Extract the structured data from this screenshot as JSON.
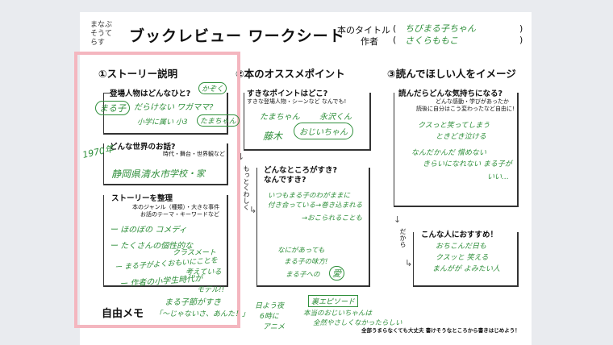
{
  "logo": "まなぶそうてらす",
  "title": "ブックレビュー ワークシート",
  "meta": {
    "book_title_label": "本のタイトル",
    "author_label": "作者",
    "book_title_value": "ちびまる子ちゃん",
    "author_value": "さくらももこ",
    "paren_open": "(",
    "paren_close": ")"
  },
  "sections": {
    "s1": "①ストーリー説明",
    "s2": "②本のオススメポイント",
    "s3": "③読んでほしい人をイメージ"
  },
  "boxes": {
    "characters_q": "登場人物はどんなひと?",
    "world_q": "どんな世界のお話?",
    "world_sub": "時代・舞台・世界観など",
    "story_q": "ストーリーを整理",
    "story_sub1": "本のジャンル（種類）・大きな事件",
    "story_sub2": "お話のテーマ・キーワードなど",
    "fav_q": "すきなポイントはどこ?",
    "fav_sub": "すきな登場人物・シーンなど なんでも!",
    "why_q": "どんなところがすき?",
    "why_q2": "なんですき?",
    "feel_q": "読んだらどんな気持ちになる?",
    "feel_sub1": "どんな感動・学びがあったか",
    "feel_sub2": "読後に自分はこう変わったなど自由に!",
    "recommend_q": "こんな人におすすめ！",
    "memo": "自由メモ",
    "motto": "もっとくわしく",
    "dakara": "だから",
    "footer": "全部うまらなくても大丈夫 書けそうなところから書きはじめよう！"
  },
  "handwriting": {
    "char1": "まる子",
    "char2": "だらけない ワガママ?",
    "char3": "かぞく",
    "char4": "小学に属い 小3",
    "char5": "たまちゃん",
    "world1": "1970年",
    "world2": "静岡県清水市",
    "world3": "学校・家",
    "story1": "ー ほのぼの コメディ",
    "story2": "ー たくさんの個性的な",
    "story2b": "クラスメート",
    "story3": "ー まる子がよくおもいにことを",
    "story3b": "考えている",
    "story4": "ー 作者の小学生時代が",
    "story4b": "モデル!!",
    "fav1": "たまちゃん",
    "fav2": "永沢くん",
    "fav3": "藤木",
    "fav4": "おじいちゃん",
    "why1": "いつもまる子のわがままに",
    "why2": "付き合っている→巻き込まれる",
    "why3": "→おこられることも",
    "why4": "なにがあっても",
    "why5": "まる子の味方!",
    "why6": "まる子への",
    "why7": "愛",
    "feel1": "クスっと笑ってしまう",
    "feel2": "ときどき泣ける",
    "feel3": "なんだかんだ 憎めない",
    "feel4": "きらいになれない まる子が",
    "feel5": "いい…",
    "rec1": "おちこんだ日も",
    "rec2": "クスッと 笑える",
    "rec3": "まんがが よみたい人",
    "memo1": "まる子節がすき",
    "memo2": "「〜じゃないさ、あんた！」",
    "memo3": "日よう夜",
    "memo4": "6時に",
    "memo5": "アニメ",
    "memo6": "裏エピソード",
    "memo7": "本当のおじいちゃんは",
    "memo8": "全然やさしくなかったらしい"
  }
}
